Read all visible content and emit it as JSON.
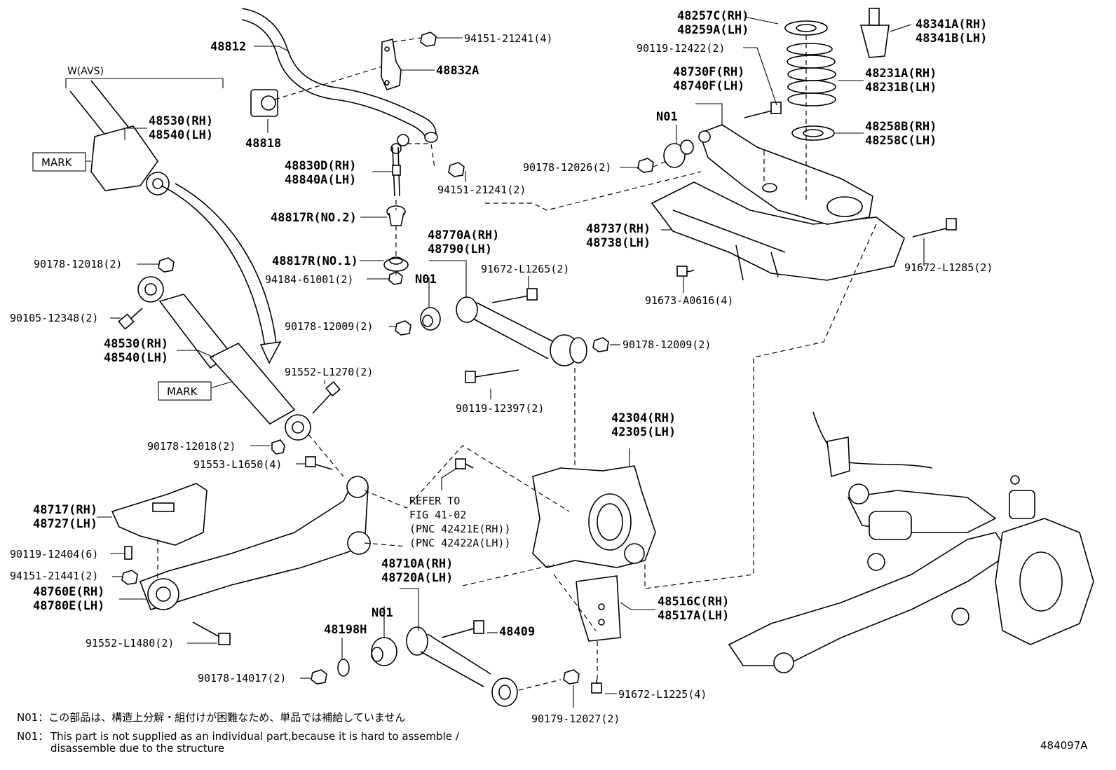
{
  "group": "W(AVS)",
  "mark_label": "MARK",
  "callouts": [
    {
      "id": "c1",
      "lines": [
        "48812"
      ]
    },
    {
      "id": "c2",
      "lines": [
        "94151-21241(4)"
      ]
    },
    {
      "id": "c3",
      "lines": [
        "48832A"
      ]
    },
    {
      "id": "c4",
      "lines": [
        "48818"
      ]
    },
    {
      "id": "c5",
      "lines": [
        "48530(RH)",
        "48540(LH)"
      ]
    },
    {
      "id": "c6",
      "lines": [
        "48830D(RH)",
        "48840A(LH)"
      ]
    },
    {
      "id": "c7",
      "lines": [
        "94151-21241(2)"
      ]
    },
    {
      "id": "c8",
      "lines": [
        "48817R(NO.2)"
      ]
    },
    {
      "id": "c9",
      "lines": [
        "48817R(NO.1)"
      ]
    },
    {
      "id": "c10",
      "lines": [
        "94184-61001(2)"
      ]
    },
    {
      "id": "c11",
      "lines": [
        "90178-12018(2)"
      ]
    },
    {
      "id": "c12",
      "lines": [
        "90105-12348(2)"
      ]
    },
    {
      "id": "c13",
      "lines": [
        "48530(RH)",
        "48540(LH)"
      ]
    },
    {
      "id": "c14",
      "lines": [
        "91552-L1270(2)"
      ]
    },
    {
      "id": "c15",
      "lines": [
        "90178-12018(2)"
      ]
    },
    {
      "id": "c16",
      "lines": [
        "91553-L1650(4)"
      ]
    },
    {
      "id": "c17",
      "lines": [
        "48770A(RH)",
        "48790(LH)"
      ]
    },
    {
      "id": "c18",
      "lines": [
        "N01"
      ]
    },
    {
      "id": "c19",
      "lines": [
        "91672-L1265(2)"
      ]
    },
    {
      "id": "c20",
      "lines": [
        "90178-12009(2)"
      ]
    },
    {
      "id": "c21",
      "lines": [
        "90178-12009(2)"
      ]
    },
    {
      "id": "c22",
      "lines": [
        "90119-12397(2)"
      ]
    },
    {
      "id": "c23",
      "lines": [
        "48257C(RH)",
        "48259A(LH)"
      ]
    },
    {
      "id": "c24",
      "lines": [
        "90119-12422(2)"
      ]
    },
    {
      "id": "c25",
      "lines": [
        "48730F(RH)",
        "48740F(LH)"
      ]
    },
    {
      "id": "c26",
      "lines": [
        "N01"
      ]
    },
    {
      "id": "c27",
      "lines": [
        "90178-12026(2)"
      ]
    },
    {
      "id": "c28",
      "lines": [
        "48341A(RH)",
        "48341B(LH)"
      ]
    },
    {
      "id": "c29",
      "lines": [
        "48231A(RH)",
        "48231B(LH)"
      ]
    },
    {
      "id": "c30",
      "lines": [
        "48258B(RH)",
        "48258C(LH)"
      ]
    },
    {
      "id": "c31",
      "lines": [
        "48737(RH)",
        "48738(LH)"
      ]
    },
    {
      "id": "c32",
      "lines": [
        "91672-L1285(2)"
      ]
    },
    {
      "id": "c33",
      "lines": [
        "91673-A0616(4)"
      ]
    },
    {
      "id": "c34",
      "lines": [
        "42304(RH)",
        "42305(LH)"
      ]
    },
    {
      "id": "c35",
      "lines": [
        "48717(RH)",
        "48727(LH)"
      ]
    },
    {
      "id": "c36",
      "lines": [
        "90119-12404(6)"
      ]
    },
    {
      "id": "c37",
      "lines": [
        "94151-21441(2)"
      ]
    },
    {
      "id": "c38",
      "lines": [
        "48760E(RH)",
        "48780E(LH)"
      ]
    },
    {
      "id": "c39",
      "lines": [
        "91552-L1480(2)"
      ]
    },
    {
      "id": "c40",
      "lines": [
        "48710A(RH)",
        "48720A(LH)"
      ]
    },
    {
      "id": "c41",
      "lines": [
        "N01"
      ]
    },
    {
      "id": "c42",
      "lines": [
        "48198H"
      ]
    },
    {
      "id": "c43",
      "lines": [
        "48409"
      ]
    },
    {
      "id": "c44",
      "lines": [
        "90178-14017(2)"
      ]
    },
    {
      "id": "c45",
      "lines": [
        "90179-12027(2)"
      ]
    },
    {
      "id": "c46",
      "lines": [
        "91672-L1225(4)"
      ]
    },
    {
      "id": "c47",
      "lines": [
        "48516C(RH)",
        "48517A(LH)"
      ]
    }
  ],
  "refer": [
    "REFER TO",
    "FIG 41-02",
    "(PNC 42421E(RH))",
    "(PNC 42422A(LH))"
  ],
  "notes": {
    "jp": "N01：この部品は、構造上分解・組付けが困難なため、単品では補給していません",
    "en_prefix": "N01：",
    "en_line1": "This part is not supplied as an individual part,because it is hard to assemble /",
    "en_line2": "disassemble due to the structure"
  },
  "figure_id": "484097A"
}
